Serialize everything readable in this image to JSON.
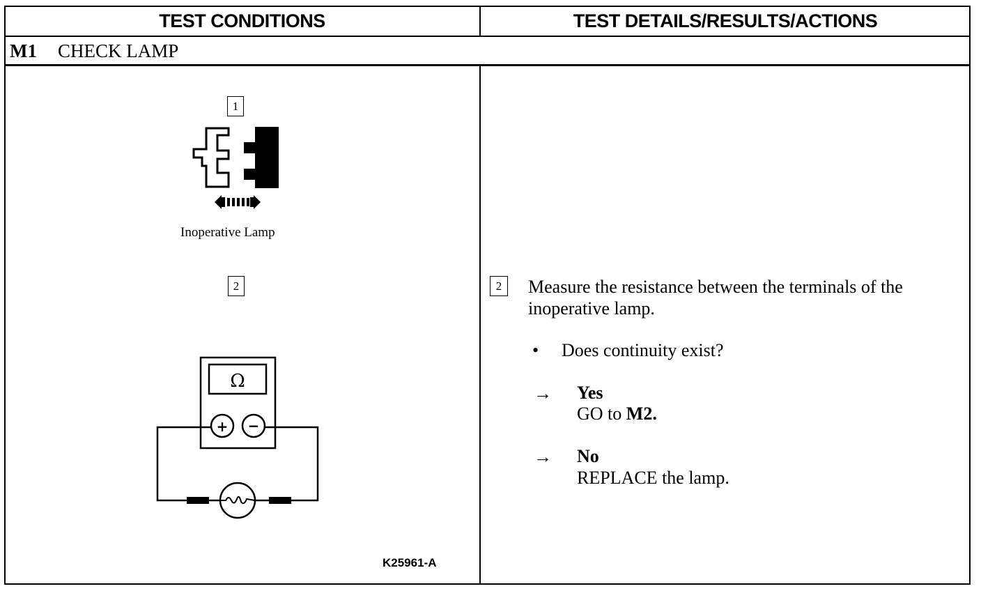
{
  "header": {
    "left": "TEST CONDITIONS",
    "right": "TEST DETAILS/RESULTS/ACTIONS"
  },
  "step": {
    "id": "M1",
    "title": "CHECK LAMP"
  },
  "conditions": {
    "step1_number": "1",
    "step1_caption": "Inoperative Lamp",
    "step2_number": "2",
    "meter_symbol": "Ω",
    "plus_symbol": "+",
    "minus_symbol": "−",
    "figure_code": "K25961-A"
  },
  "details": {
    "step_number": "2",
    "instruction": "Measure the resistance between the terminals of the inoperative lamp.",
    "bullet": "•",
    "question": "Does continuity exist?",
    "arrow": "→",
    "yes_label": "Yes",
    "yes_action_prefix": "GO to ",
    "yes_action_target": "M2.",
    "no_label": "No",
    "no_action": "REPLACE the lamp."
  }
}
